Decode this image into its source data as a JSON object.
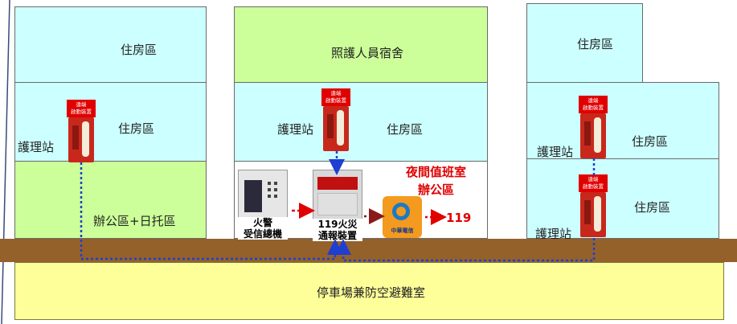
{
  "buildings": {
    "left": {
      "top_label": "住房區",
      "mid_label": "住房區",
      "mid_station": "護理站",
      "bottom_label": "辦公區+日托區"
    },
    "middle": {
      "top_label": "照護人員宿舍",
      "mid_label": "住房區",
      "mid_station": "護理站"
    },
    "right": {
      "top_label": "住房區",
      "mid_label": "住房區",
      "mid_station": "護理站",
      "bottom_label": "住房區",
      "bottom_station": "護理站"
    }
  },
  "remote_device_label": "遠端\n啟動裝置",
  "fire_panel_label": "火警\n受信總機",
  "alarm_device_label": "119火災\n通報裝置",
  "night_office_label": "夜間值班室\n辦公區",
  "logo_text": "中華電信",
  "dial_label": "119",
  "basement_label": "停車場兼防空避難室",
  "colors": {
    "housing": "#ccffff",
    "dorm_office": "#ccff99",
    "ground": "#94612b",
    "basement": "#ffff99",
    "signal_line": "#1f3fd0",
    "alert_arrow": "#e00000"
  }
}
